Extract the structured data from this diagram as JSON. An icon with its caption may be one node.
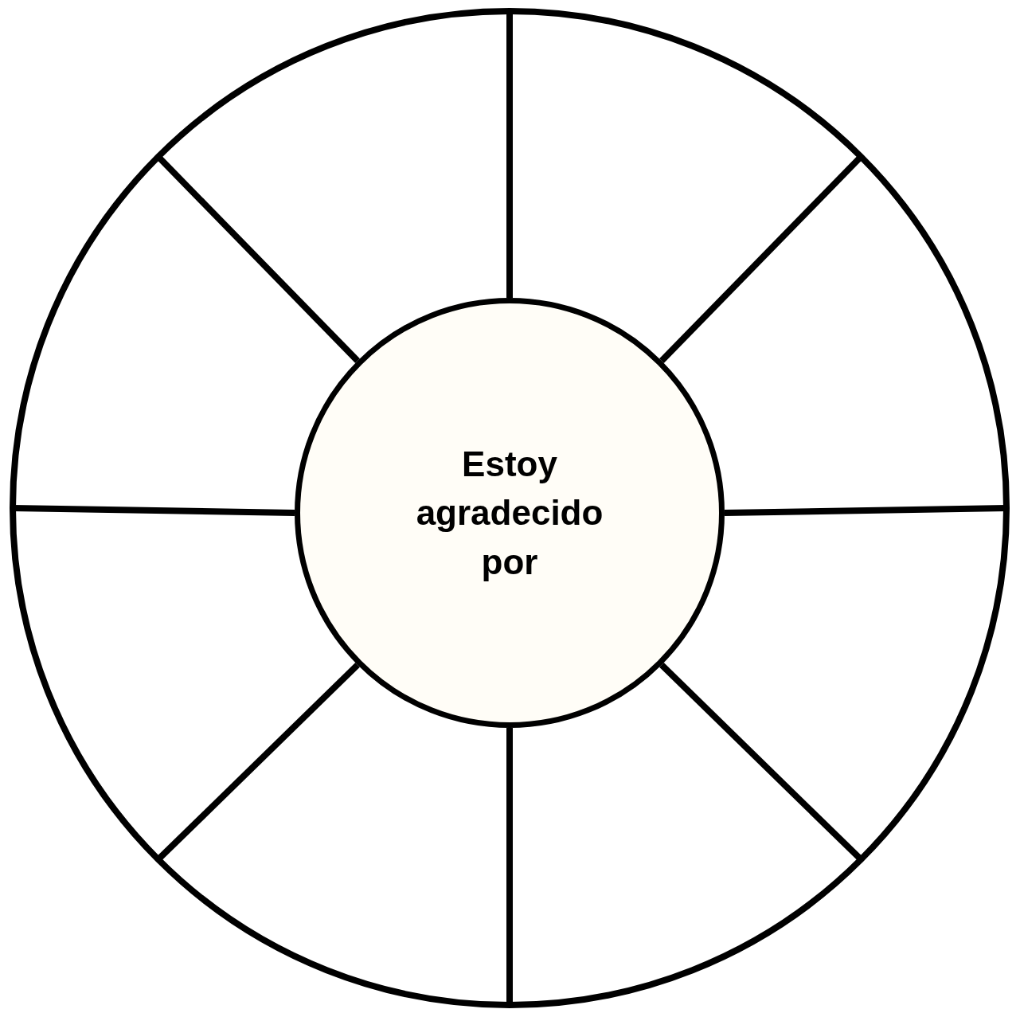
{
  "diagram": {
    "nodes": [
      {
        "text": [],
        "shape": "circle"
      },
      {
        "text": [
          "Estoy agradecido por"
        ],
        "in": 0
      }
    ],
    "edges": [
      {
        "from": 1,
        "to": 0,
        "arrow": "none"
      },
      {
        "from": 1,
        "to": 0,
        "arrow": "none"
      },
      {
        "from": 1,
        "to": 0,
        "arrow": "none"
      },
      {
        "from": 1,
        "to": 0,
        "arrow": "none"
      },
      {
        "from": 1,
        "to": 0,
        "arrow": "none"
      },
      {
        "from": 1,
        "to": 0,
        "arrow": "none"
      },
      {
        "from": 1,
        "to": 0,
        "arrow": "none"
      },
      {
        "from": 1,
        "to": 0,
        "arrow": "none"
      }
    ]
  }
}
